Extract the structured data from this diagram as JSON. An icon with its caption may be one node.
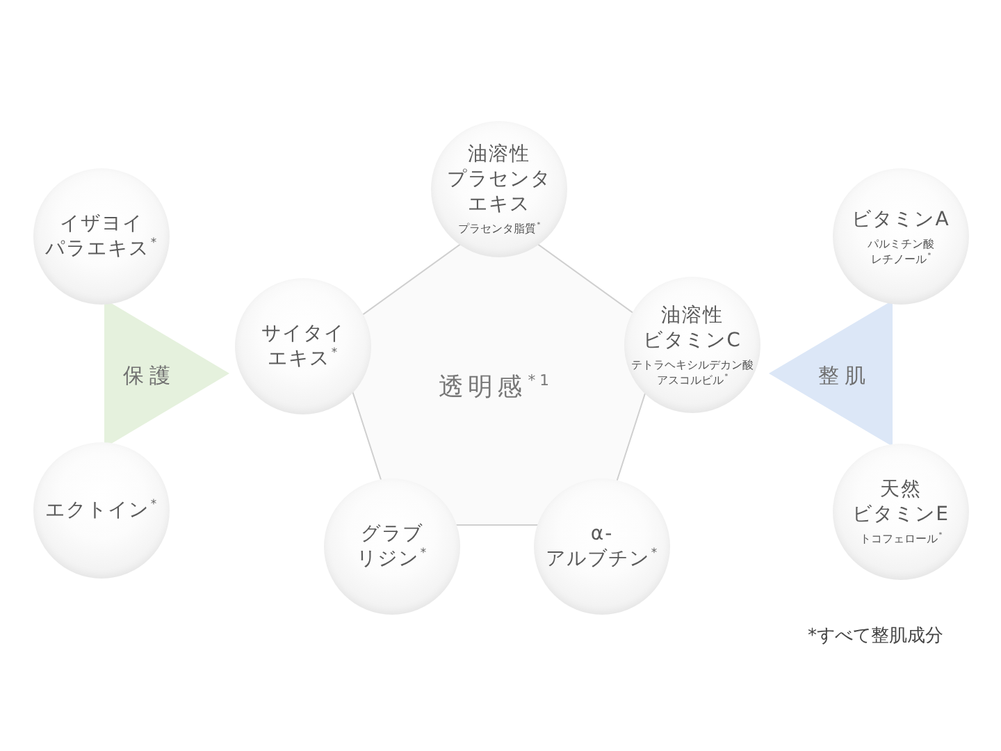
{
  "diagram": {
    "nodes": [
      {
        "text": [
          "イザヨイパラエキス$^{*}$"
        ]
      },
      {
        "text": [
          "保護"
        ]
      },
      {
        "text": [
          "エクトイン$^{*}$"
        ]
      },
      {
        "text": [
          "サイタイエキス$^{*}$"
        ]
      },
      {
        "text": [
          "油溶性プラセンタエキス",
          "プラセンタ脂質$^{*}$"
        ]
      },
      {
        "text": [
          "透明感$^{*1}$"
        ]
      },
      {
        "text": [
          "油溶性ビタミンC",
          "テトラヘキシルデカン酸アスコルビル$^{*}$"
        ]
      },
      {
        "text": [
          "グラブリジン$^{*}$"
        ]
      },
      {
        "text": [
          "α-アルブチン$^{*}$"
        ]
      },
      {
        "text": [
          "ビタミンA",
          "パルミチン酸レチノール$^{*}$"
        ]
      },
      {
        "text": [
          "整肌"
        ]
      },
      {
        "text": [
          "天然ビタミンE",
          "トコフェロール$^{*}$"
        ]
      }
    ],
    "labels": [
      "*すべて整肌成分"
    ]
  }
}
